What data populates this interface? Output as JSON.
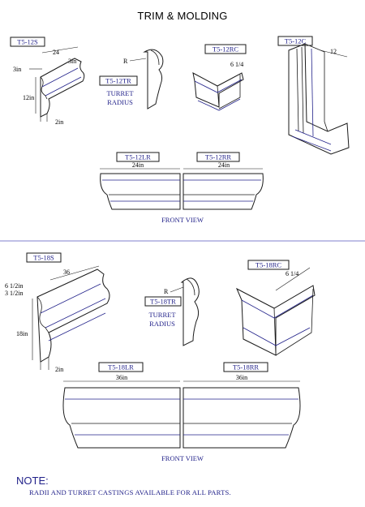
{
  "title": "TRIM & MOLDING",
  "colors": {
    "ink": "#1a1a1a",
    "accent": "#22228a",
    "divider": "#5555bb"
  },
  "section_12": {
    "s": {
      "tag": "T5-12S",
      "len": "24",
      "top": "3in",
      "left": "3in",
      "height": "12in",
      "base": "2in"
    },
    "tr": {
      "tag": "T5-12TR",
      "r": "R",
      "caption1": "TURRET",
      "caption2": "RADIUS"
    },
    "rc": {
      "tag": "T5-12RC",
      "dim": "6 1/4"
    },
    "c": {
      "tag": "T5-12C",
      "dim": "12"
    },
    "lr": {
      "tag": "T5-12LR",
      "dim": "24in"
    },
    "rr": {
      "tag": "T5-12RR",
      "dim": "24in"
    },
    "front": "FRONT VIEW"
  },
  "section_18": {
    "s": {
      "tag": "T5-18S",
      "len": "36",
      "top": "6 1/2in",
      "mid": "3 1/2in",
      "height": "18in",
      "base": "2in"
    },
    "tr": {
      "tag": "T5-18TR",
      "r": "R",
      "caption1": "TURRET",
      "caption2": "RADIUS"
    },
    "rc": {
      "tag": "T5-18RC",
      "dim": "6 1/4"
    },
    "lr": {
      "tag": "T5-18LR",
      "dim": "36in"
    },
    "rr": {
      "tag": "T5-18RR",
      "dim": "36in"
    },
    "front": "FRONT VIEW"
  },
  "note": {
    "heading": "NOTE:",
    "text": "RADII AND TURRET CASTINGS AVAILABLE FOR ALL PARTS."
  }
}
